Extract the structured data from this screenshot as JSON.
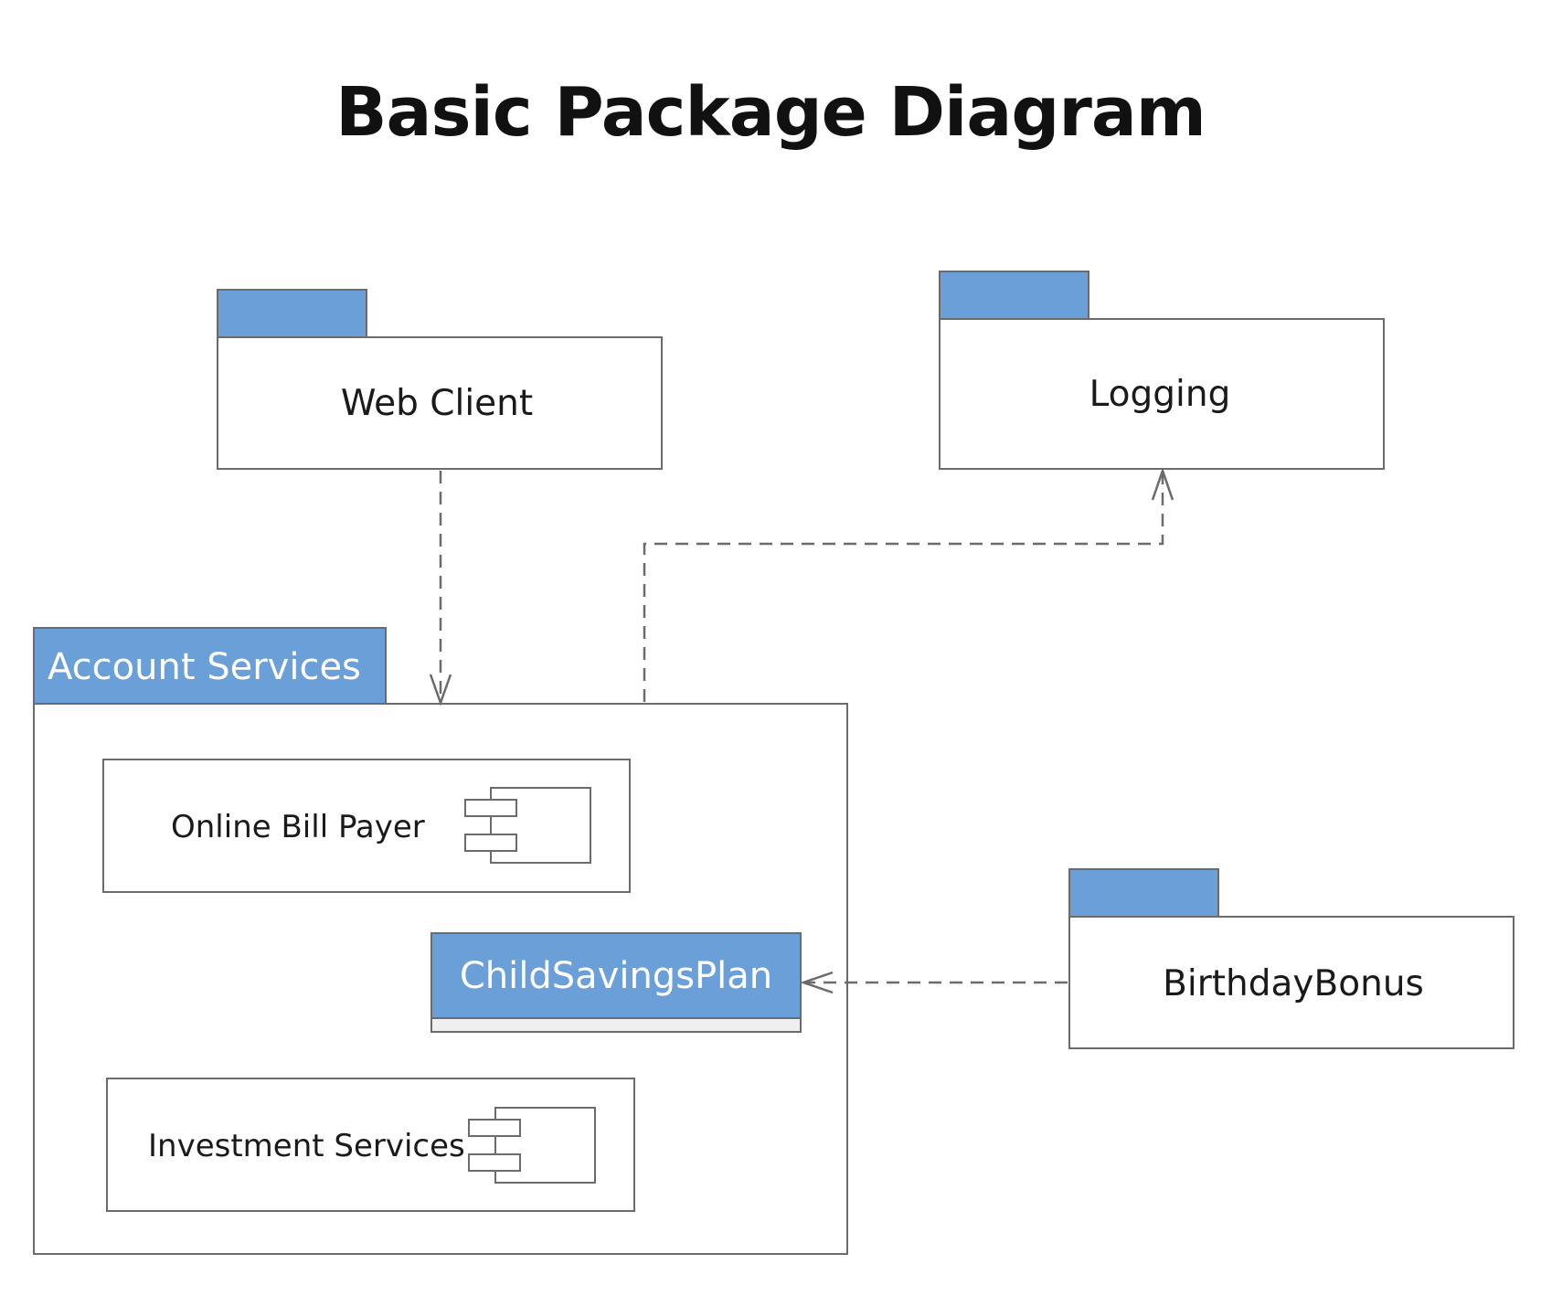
{
  "title": "Basic Package Diagram",
  "colors": {
    "accent": "#6a9fd8",
    "border": "#6b6b6b",
    "text": "#1a1a1a",
    "background": "#ffffff"
  },
  "packages": {
    "web_client": {
      "label": "Web Client"
    },
    "logging": {
      "label": "Logging"
    },
    "account_services": {
      "label": "Account Services"
    },
    "birthday_bonus": {
      "label": "BirthdayBonus"
    }
  },
  "components": {
    "online_bill_payer": {
      "label": "Online Bill Payer",
      "icon": "component-icon"
    },
    "investment_services": {
      "label": "Investment Services",
      "icon": "component-icon"
    }
  },
  "classes": {
    "child_savings_plan": {
      "label": "ChildSavingsPlan"
    }
  },
  "dependencies": [
    {
      "from": "Web Client",
      "to": "Account Services"
    },
    {
      "from": "Account Services",
      "to": "Logging"
    },
    {
      "from": "BirthdayBonus",
      "to": "ChildSavingsPlan"
    }
  ]
}
